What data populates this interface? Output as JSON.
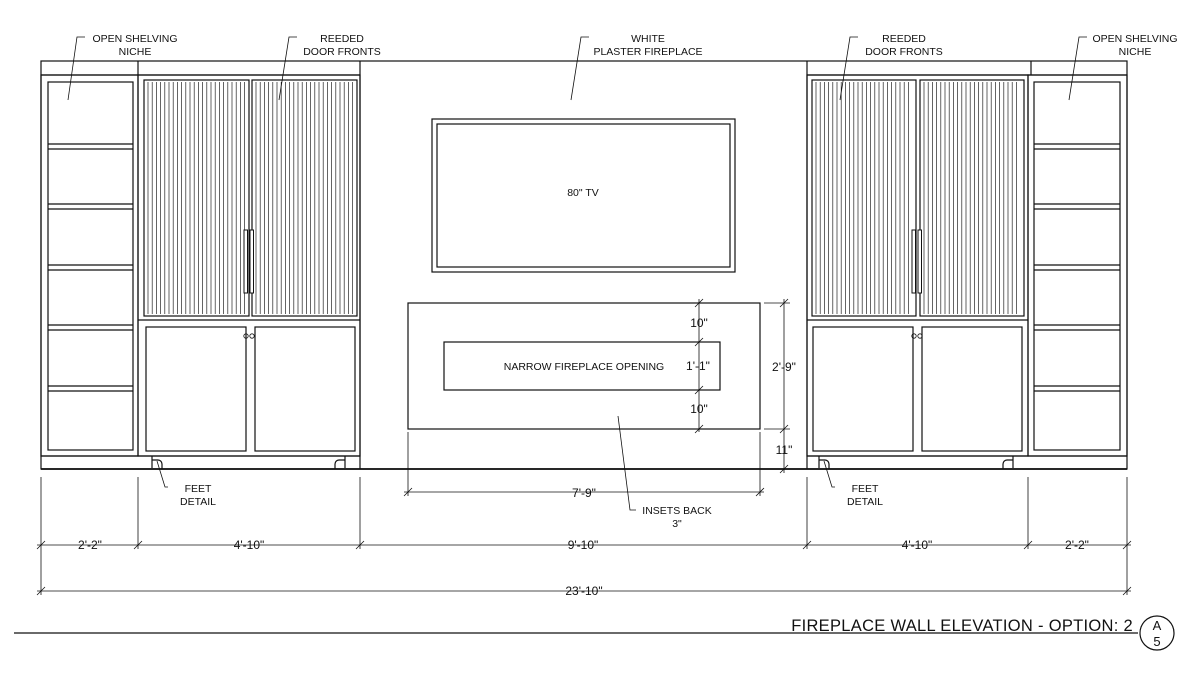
{
  "annotations": {
    "open_shelving_left": [
      "OPEN SHELVING",
      "NICHE"
    ],
    "reeded_left": [
      "REEDED",
      "DOOR FRONTS"
    ],
    "white_plaster": [
      "WHITE",
      "PLASTER FIREPLACE"
    ],
    "reeded_right": [
      "REEDED",
      "DOOR FRONTS"
    ],
    "open_shelving_right": [
      "OPEN SHELVING",
      "NICHE"
    ],
    "tv": "80\" TV",
    "fireplace_opening": "NARROW FIREPLACE OPENING",
    "feet_left": [
      "FEET",
      "DETAIL"
    ],
    "feet_right": [
      "FEET",
      "DETAIL"
    ],
    "insets_back": [
      "INSETS BACK",
      "3\""
    ]
  },
  "dimensions": {
    "seg_1": "2'-2\"",
    "seg_2": "4'-10\"",
    "seg_3": "9'-10\"",
    "seg_4": "4'-10\"",
    "seg_5": "2'-2\"",
    "overall": "23'-10\"",
    "fireplace_width": "7'-9\"",
    "fireplace_height": "2'-9\"",
    "fireplace_base": "11\"",
    "top_margin": "10\"",
    "opening_height": "1'-1\"",
    "bottom_margin": "10\""
  },
  "title_block": {
    "title": "FIREPLACE WALL ELEVATION - OPTION: 2",
    "sheet_top": "A",
    "sheet_bottom": "5"
  }
}
